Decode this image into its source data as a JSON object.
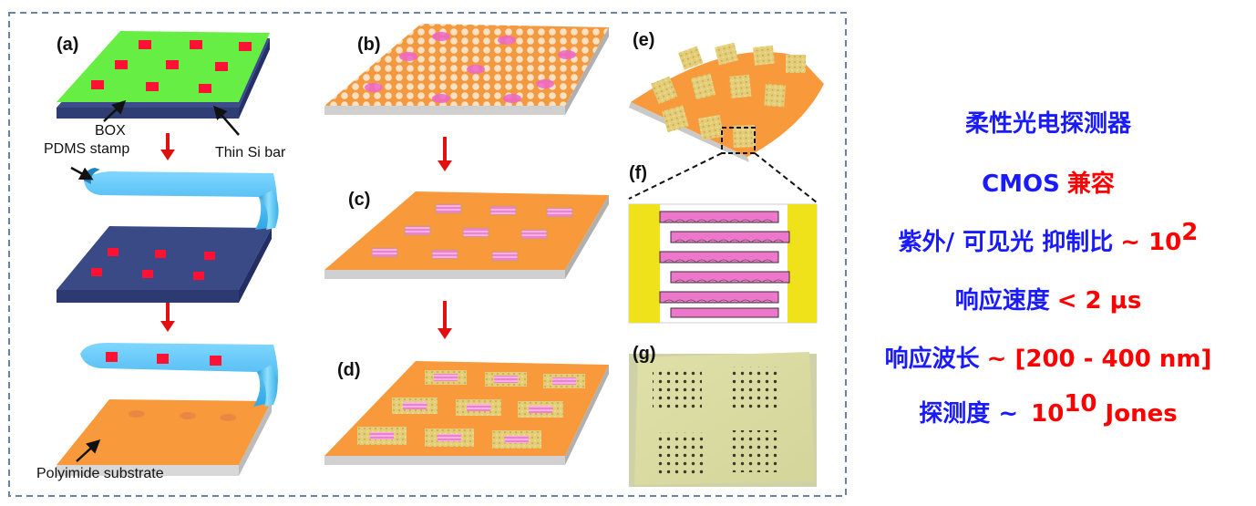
{
  "panels": {
    "a": "(a)",
    "b": "(b)",
    "c": "(c)",
    "d": "(d)",
    "e": "(e)",
    "f": "(f)",
    "g": "(g)"
  },
  "annotations": {
    "box": "BOX",
    "pdms_stamp": "PDMS stamp",
    "thin_si_bar": "Thin Si bar",
    "polyimide_substrate": "Polyimide substrate"
  },
  "summary": {
    "line1": "柔性光电探测器",
    "line2_blue": "CMOS",
    "line2_red": "兼容",
    "line3_blue": "紫外/ 可见光 抑制比",
    "line3_red": "~ 10",
    "line3_sup": "2",
    "line4_blue": "响应速度",
    "line4_red": "< 2 μs",
    "line5_blue": "响应波长",
    "line5_red": "~ [200 - 400 nm]",
    "line6_blue": "探测度 ~",
    "line6_red_base": "10",
    "line6_red_sup": "10",
    "line6_red_tail": " Jones"
  },
  "colors": {
    "frame": "#6a84a8",
    "box_green": "#66ee44",
    "si_red": "#ff1133",
    "stamp_blue": "#44bdf2",
    "substrate_navy": "#3a4a86",
    "polyimide_orange": "#f89a3c",
    "pink": "#ee66cc",
    "gold": "#e6cf7a",
    "summary_blue": "#1a1aff",
    "summary_red": "#ff0000"
  }
}
